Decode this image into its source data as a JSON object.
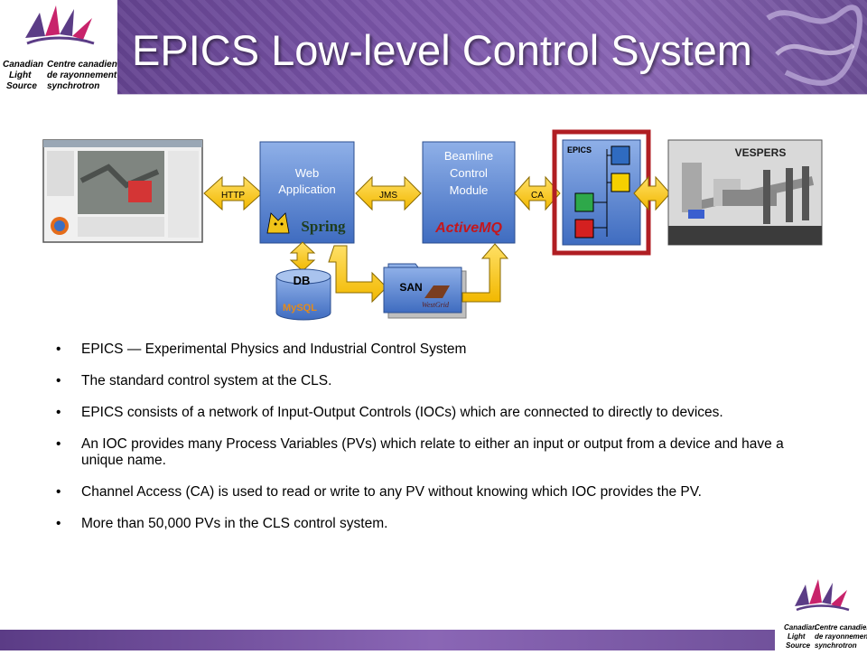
{
  "slide": {
    "title": "EPICS Low-level Control System"
  },
  "logo": {
    "en": [
      "Canadian",
      "Light",
      "Source"
    ],
    "fr": [
      "Centre canadien",
      "de rayonnement",
      "synchrotron"
    ]
  },
  "diagram": {
    "web_app": [
      "Web",
      "Application"
    ],
    "spring": "Spring",
    "beamline": [
      "Beamline",
      "Control",
      "Module"
    ],
    "activemq": "ActiveMQ",
    "epics": "EPICS",
    "vespers": "VESPERS",
    "http": "HTTP",
    "jms": "JMS",
    "ca": "CA",
    "db": "DB",
    "mysql": "MySQL",
    "san": "SAN",
    "westgrid": "WestGrid"
  },
  "bullets": [
    "EPICS — Experimental Physics and Industrial Control System",
    "The standard control system at the CLS.",
    "EPICS consists of a network of Input-Output Controls (IOCs) which are connected to directly to devices.",
    "An IOC provides many Process Variables (PVs) which relate to either an input or output from a device and have a unique name.",
    "Channel Access (CA) is used to read or write to any PV without knowing which IOC provides the PV.",
    "More than 50,000 PVs in the CLS control system."
  ],
  "colors": {
    "header": "#7a55a8",
    "box_blue": "#4a78c8",
    "arrow_yellow": "#f5c400",
    "epics_frame": "#b01e23"
  }
}
